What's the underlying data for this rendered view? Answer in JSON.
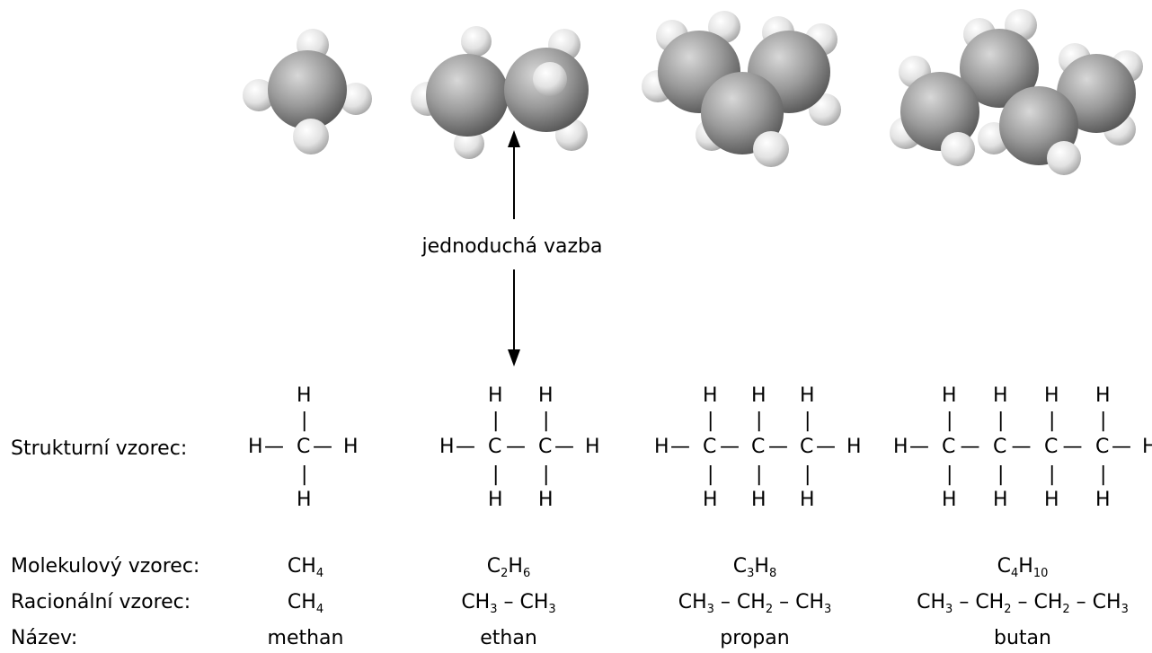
{
  "bond_label": "jednoduchá vazba",
  "row_labels": {
    "structural": "Strukturní vzorec:",
    "molecular": "Molekulový vzorec:",
    "rational": "Racionální vzorec:",
    "name": "Název:"
  },
  "symbols": {
    "carbon": "C",
    "hydrogen": "H",
    "bond_h": "—",
    "bond_v": "|"
  },
  "compounds": [
    {
      "name": "methan",
      "carbons": 1,
      "molecular": [
        {
          "t": "CH"
        },
        {
          "s": "4"
        }
      ],
      "rational": [
        {
          "t": "CH"
        },
        {
          "s": "4"
        }
      ]
    },
    {
      "name": "ethan",
      "carbons": 2,
      "molecular": [
        {
          "t": "C"
        },
        {
          "s": "2"
        },
        {
          "t": "H"
        },
        {
          "s": "6"
        }
      ],
      "rational": [
        {
          "t": "CH"
        },
        {
          "s": "3"
        },
        {
          "t": " – CH"
        },
        {
          "s": "3"
        }
      ]
    },
    {
      "name": "propan",
      "carbons": 3,
      "molecular": [
        {
          "t": "C"
        },
        {
          "s": "3"
        },
        {
          "t": "H"
        },
        {
          "s": "8"
        }
      ],
      "rational": [
        {
          "t": "CH"
        },
        {
          "s": "3"
        },
        {
          "t": " – CH"
        },
        {
          "s": "2"
        },
        {
          "t": " – CH"
        },
        {
          "s": "3"
        }
      ]
    },
    {
      "name": "butan",
      "carbons": 4,
      "molecular": [
        {
          "t": "C"
        },
        {
          "s": "4"
        },
        {
          "t": "H"
        },
        {
          "s": "10"
        }
      ],
      "rational": [
        {
          "t": "CH"
        },
        {
          "s": "3"
        },
        {
          "t": " – CH"
        },
        {
          "s": "2"
        },
        {
          "t": " – CH"
        },
        {
          "s": "2"
        },
        {
          "t": " – CH"
        },
        {
          "s": "3"
        }
      ]
    }
  ],
  "colors": {
    "carbon_atom": "#8c8c8c",
    "hydrogen_atom": "#e6e6e6",
    "text": "#000000"
  }
}
